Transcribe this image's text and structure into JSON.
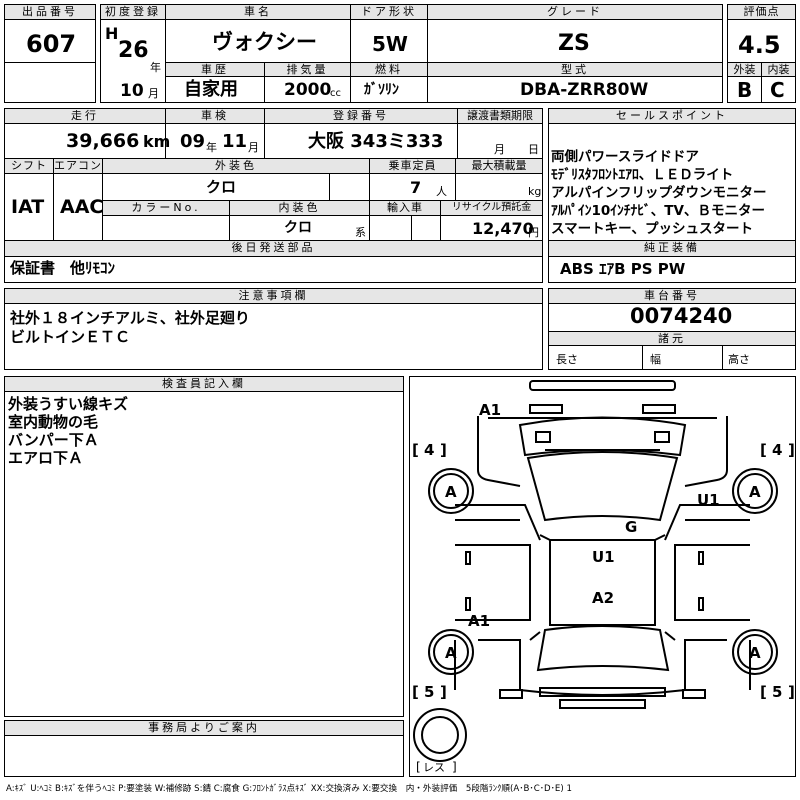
{
  "header": {
    "lot_label": "出品番号",
    "lot_no": "607",
    "first_reg_label": "初度登録",
    "era": "H",
    "year": "26",
    "year_unit": "年",
    "month": "10",
    "month_unit": "月",
    "car_name_label": "車名",
    "car_name": "ヴォクシー",
    "door_label": "ドア形状",
    "door": "5W",
    "grade_label": "グレード",
    "grade": "ZS",
    "score_label": "評価点",
    "score": "4.5",
    "history_label": "車歴",
    "history": "自家用",
    "displacement_label": "排気量",
    "displacement": "2000",
    "displacement_unit": "cc",
    "fuel_label": "燃料",
    "fuel": "ｶﾞｿﾘﾝ",
    "model_label": "型式",
    "model": "DBA-ZRR80W",
    "exterior_label": "外装",
    "exterior": "B",
    "interior_label": "内装",
    "interior": "C"
  },
  "row2": {
    "mileage_label": "走行",
    "mileage": "39,666",
    "mileage_unit": "km",
    "inspection_label": "車検",
    "insp_year": "09",
    "insp_year_unit": "年",
    "insp_month": "11",
    "insp_month_unit": "月",
    "reg_no_label": "登録番号",
    "reg_no": "大阪 343ミ333",
    "transfer_label": "譲渡書類期限",
    "transfer_month": "月",
    "transfer_day": "日",
    "shift_label": "シフト",
    "shift": "IAT",
    "ac_label": "エアコン",
    "ac": "AAC",
    "ext_color_label": "外装色",
    "ext_color": "クロ",
    "capacity_label": "乗車定員",
    "capacity": "7",
    "capacity_unit": "人",
    "max_load_label": "最大積載量",
    "max_load_unit": "kg",
    "color_no_label": "カラーNo.",
    "int_color_label": "内装色",
    "int_color": "クロ",
    "int_color_unit": "系",
    "import_label": "輸入車",
    "recycle_label": "リサイクル預託金",
    "recycle": "12,470",
    "recycle_unit": "円",
    "later_parts_label": "後日発送部品",
    "later_parts": "保証書　他ﾘﾓｺﾝ"
  },
  "sales": {
    "label": "セールスポイント",
    "lines": [
      "両側パワースライドドア",
      "ﾓﾃﾞﾘｽﾀﾌﾛﾝﾄｴｱﾛ、ＬＥＤライト",
      "アルパインフリップダウンモニター",
      "ｱﾙﾊﾟｲﾝ10ｲﾝﾁﾅﾋﾞ、TV、Ｂモニター",
      "スマートキー、プッシュスタート"
    ],
    "equip_label": "純正装備",
    "equip": "ABS ｴｱB PS PW"
  },
  "notes": {
    "label": "注意事項欄",
    "lines": [
      "社外１８インチアルミ、社外足廻り",
      "ビルトインＥＴＣ"
    ],
    "chassis_label": "車台番号",
    "chassis": "0074240",
    "dims_label": "諸元",
    "length": "長さ",
    "width": "幅",
    "height": "高さ"
  },
  "inspector": {
    "label": "検査員記入欄",
    "lines": [
      "外装うすい線キズ",
      "室内動物の毛",
      "バンパー下Ａ",
      "エアロ下Ａ"
    ]
  },
  "office": {
    "label": "事務局よりご案内"
  },
  "diagram": {
    "marks": {
      "front": "A1",
      "fl_wheel": "A",
      "fr_wheel": "A",
      "fr_door": "U1",
      "glass": "G",
      "roof": "U1",
      "rear_roof": "A2",
      "rear_left": "A1",
      "rl_wheel": "A",
      "rr_wheel": "A"
    },
    "tires": {
      "fl": "4",
      "fr": "4",
      "rl": "5",
      "rr": "5"
    },
    "spare": "レス"
  },
  "legend": "A:ｷｽﾞ U:ﾍｺﾐ B:ｷｽﾞを伴うﾍｺﾐ P:要塗装 W:補修跡 S:錆 C:腐食 G:ﾌﾛﾝﾄｶﾞﾗｽ点ｷｽﾞ XX:交換済み X:要交換　内・外装評価　5段階ﾗﾝｸ順(A･B･C･D･E) 1"
}
